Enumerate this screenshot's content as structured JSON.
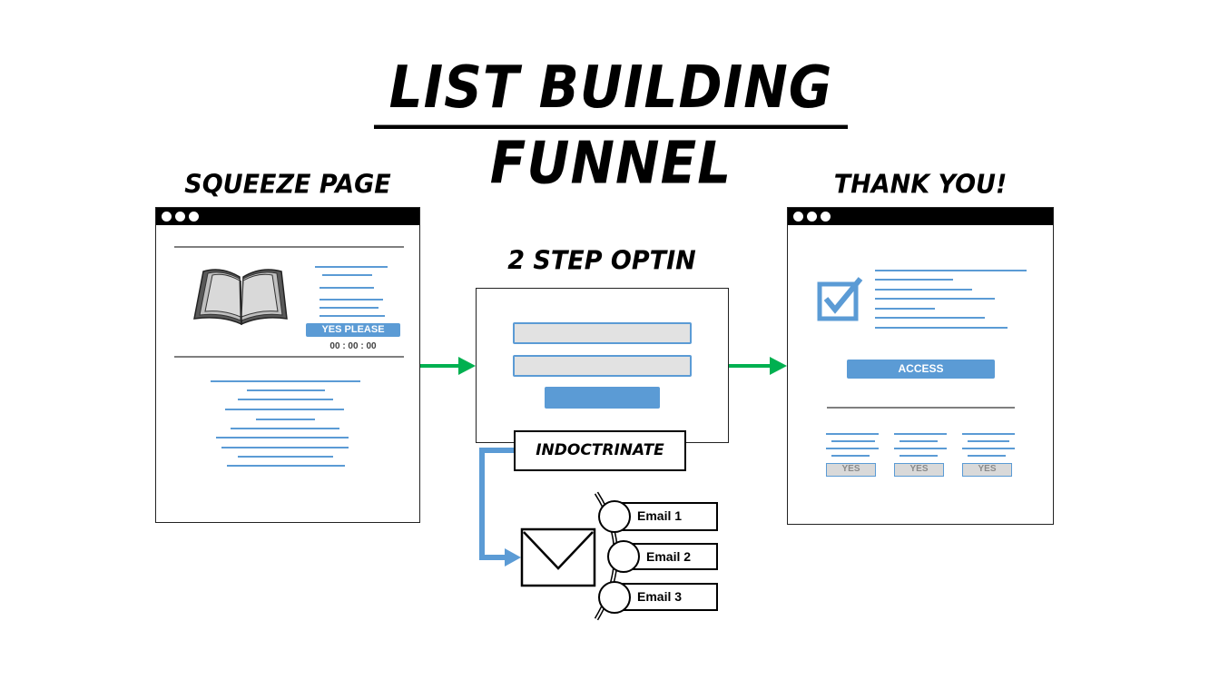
{
  "title": "LIST BUILDING FUNNEL",
  "squeeze": {
    "heading": "SQUEEZE PAGE",
    "button_label": "YES PLEASE",
    "countdown": "00 : 00 : 00"
  },
  "optin": {
    "heading": "2 STEP OPTIN"
  },
  "indoctrinate": {
    "label": "INDOCTRINATE",
    "emails": [
      "Email 1",
      "Email 2",
      "Email 3"
    ]
  },
  "thankyou": {
    "heading": "THANK YOU!",
    "access_label": "ACCESS",
    "yes_labels": [
      "YES",
      "YES",
      "YES"
    ]
  },
  "colors": {
    "arrow": "#00b050",
    "accent": "#5b9bd5",
    "rule": "#7f7f7f"
  }
}
